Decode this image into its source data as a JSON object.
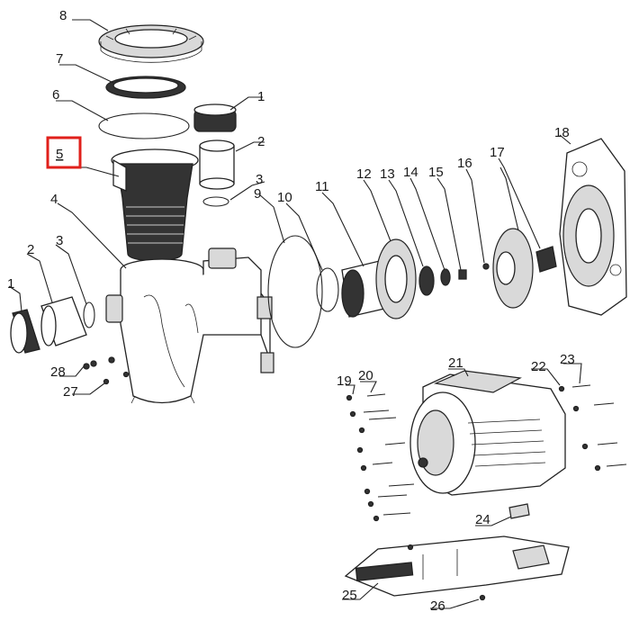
{
  "diagram": {
    "highlight_color": "#e0201b",
    "highlighted_label": "5",
    "labels": [
      "8",
      "7",
      "6",
      "5",
      "4",
      "2",
      "3",
      "1",
      "1",
      "2",
      "3",
      "9",
      "10",
      "11",
      "12",
      "13",
      "14",
      "15",
      "16",
      "17",
      "18",
      "28",
      "27",
      "19",
      "20",
      "21",
      "22",
      "23",
      "24",
      "25",
      "26"
    ]
  }
}
